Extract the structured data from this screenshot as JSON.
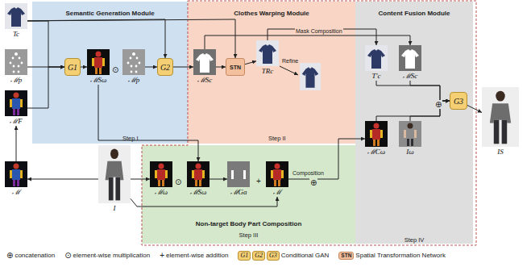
{
  "diagram": {
    "nodes": [
      {
        "text": [
          "Semantic Generation Module",
          "Step I"
        ]
      },
      {
        "text": [
          "Clothes Warping Module",
          "Step II"
        ]
      },
      {
        "text": [
          "Content Fusion Module",
          "Step IV"
        ]
      },
      {
        "text": [
          "Non-target Body Part Composition",
          "Step III"
        ]
      },
      {
        "text": [
          "Tc"
        ]
      },
      {
        "text": [
          "ℳp"
        ]
      },
      {
        "text": [
          "ℳF"
        ]
      },
      {
        "text": [
          "G1"
        ],
        "in": 0
      },
      {
        "text": [
          "ℳSω"
        ],
        "in": 0
      },
      {
        "text": [
          "ℳp"
        ],
        "in": 0
      },
      {
        "text": [
          "G2"
        ],
        "in": 0
      },
      {
        "text": [
          "ℳSc"
        ],
        "in": 1
      },
      {
        "text": [
          "STN"
        ],
        "in": 1
      },
      {
        "text": [
          "TRc"
        ],
        "in": 1
      },
      {
        "text": [
          "T'c"
        ],
        "in": 2
      },
      {
        "text": [
          "ℳSc"
        ],
        "in": 2
      },
      {
        "text": [
          "G3"
        ],
        "in": 2
      },
      {
        "text": [
          "ℳCω"
        ],
        "in": 2
      },
      {
        "text": [
          "Iω"
        ],
        "in": 2
      },
      {
        "text": [
          "IS"
        ]
      },
      {
        "text": [
          "ℳ"
        ]
      },
      {
        "text": [
          "I"
        ]
      },
      {
        "text": [
          "ℳω"
        ],
        "in": 3
      },
      {
        "text": [
          "ℳSω"
        ],
        "in": 3
      },
      {
        "text": [
          "ℳGa"
        ],
        "in": 3
      },
      {
        "text": [
          "ℳ"
        ],
        "in": 3
      }
    ],
    "edges": [
      {
        "from": 4,
        "to": 7,
        "arrow": "to"
      },
      {
        "from": 5,
        "to": 7,
        "arrow": "to"
      },
      {
        "from": 6,
        "to": 7,
        "arrow": "to"
      },
      {
        "from": 7,
        "to": 8,
        "arrow": "to"
      },
      {
        "from": 9,
        "to": 10,
        "arrow": "to"
      },
      {
        "from": 4,
        "to": 10,
        "arrow": "to"
      },
      {
        "from": 4,
        "to": 12,
        "arrow": "to"
      },
      {
        "from": 10,
        "to": 11,
        "arrow": "to"
      },
      {
        "from": 11,
        "to": 12,
        "arrow": "to"
      },
      {
        "from": 12,
        "to": 13,
        "arrow": "to"
      },
      {
        "from": 13,
        "to": 14,
        "label": "Mask Composition",
        "arrow": "to"
      },
      {
        "from": 11,
        "to": 15,
        "arrow": "to"
      },
      {
        "from": 14,
        "to": 16,
        "arrow": "to"
      },
      {
        "from": 15,
        "to": 16,
        "arrow": "to"
      },
      {
        "from": 17,
        "to": 16,
        "arrow": "to"
      },
      {
        "from": 18,
        "to": 16,
        "arrow": "to"
      },
      {
        "from": 16,
        "to": 19,
        "arrow": "to"
      },
      {
        "from": 21,
        "to": 20,
        "arrow": "to"
      },
      {
        "from": 20,
        "to": 6,
        "arrow": "to"
      },
      {
        "from": 21,
        "to": 22,
        "arrow": "to"
      },
      {
        "from": 23,
        "to": 24,
        "arrow": "to"
      },
      {
        "from": 25,
        "to": 17,
        "arrow": "to"
      },
      {
        "from": 8,
        "to": 23,
        "arrow": "to"
      },
      {
        "from": 21,
        "to": 25,
        "arrow": "to"
      }
    ],
    "labels": [
      "⊙",
      "Refine",
      "⊙",
      "+",
      "⊕",
      "Composition",
      "⊕",
      "⊕",
      "⊙",
      "+",
      "G1",
      "G2",
      "G3",
      "STN"
    ],
    "legend": [
      {
        "text": "concatenation"
      },
      {
        "text": "element-wise multiplication"
      },
      {
        "text": "element-wise addition"
      },
      {
        "text": "Conditional GAN"
      },
      {
        "text": "Spatial Transformation Network"
      }
    ]
  }
}
